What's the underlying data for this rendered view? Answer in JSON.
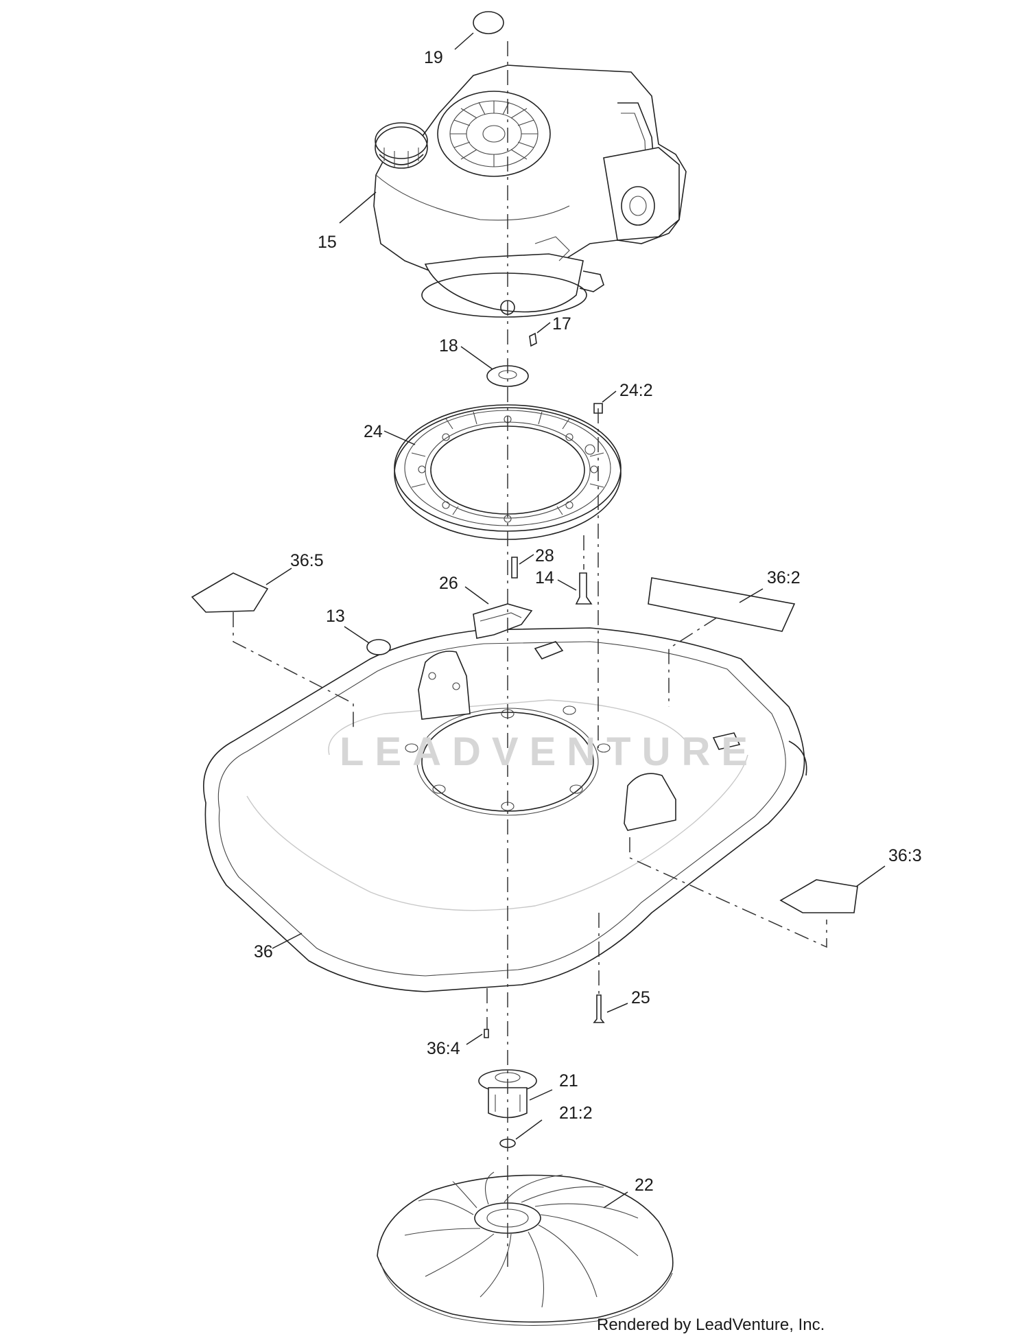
{
  "labels": {
    "p19": "19",
    "p15": "15",
    "p17": "17",
    "p18": "18",
    "p24_2": "24:2",
    "p24": "24",
    "p28": "28",
    "p14": "14",
    "p26": "26",
    "p36_5": "36:5",
    "p36_2": "36:2",
    "p13": "13",
    "p36_3": "36:3",
    "p36": "36",
    "p25": "25",
    "p36_4": "36:4",
    "p21": "21",
    "p21_2": "21:2",
    "p22": "22"
  },
  "watermark": "LEADVENTURE",
  "footer": "Rendered by LeadVenture, Inc."
}
